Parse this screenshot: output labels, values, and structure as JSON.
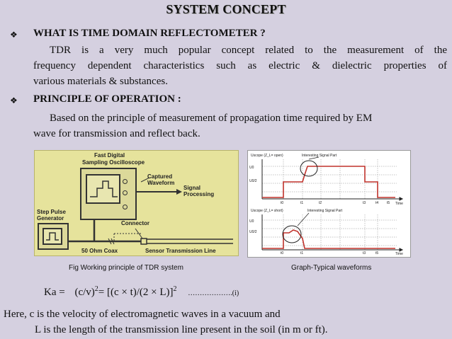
{
  "title": "SYSTEM CONCEPT",
  "sections": [
    {
      "bullet": "❖",
      "heading": "WHAT IS TIME DOMAIN REFLECTOMETER ?",
      "lines": [
        "TDR is a very much popular concept related to the measurement of the",
        "frequency dependent characteristics such as electric & dielectric properties of",
        "various materials & substances."
      ]
    },
    {
      "bullet": "❖",
      "heading": "PRINCIPLE OF OPERATION :",
      "lines": [
        "Based on the principle of measurement of propagation time required by EM",
        "wave for transmission and reflect back."
      ]
    }
  ],
  "diagram": {
    "scope_label_1": "Fast Digital",
    "scope_label_2": "Sampling Oscilloscope",
    "captured_1": "Captured",
    "captured_2": "Waveform",
    "signal_1": "Signal",
    "signal_2": "Processing",
    "step_1": "Step Pulse",
    "step_2": "Generator",
    "connector": "Connector",
    "coax": "50 Ohm Coax",
    "sensor_line": "Sensor Transmission Line"
  },
  "graphs": {
    "top_ylabel": "Uscope (Z_L= open)",
    "bottom_ylabel": "Uscope (Z_L= short)",
    "interest": "Interesting Signal Part",
    "time": "Time",
    "u0": "U0",
    "u0_half": "U0/2",
    "t0": "t0",
    "t1": "t1",
    "t2": "t2",
    "t3": "t3",
    "t4": "t4",
    "t5": "t5"
  },
  "captions": {
    "left": "Fig Working principle of TDR system",
    "right": "Graph-Typical waveforms"
  },
  "equation": {
    "lhs": "Ka =",
    "mid": "(c/v)",
    "sup1": "2",
    "eq": "= [(c × t)/(2 × L)]",
    "sup2": "2",
    "dots": "……………….(i)"
  },
  "footer": {
    "line1": "Here, c is the velocity of electromagnetic waves in a vacuum and",
    "line2": "L is the length of the transmission line present in the soil (in m or ft)."
  },
  "colors": {
    "background": "#d5d0e0",
    "diagram_bg": "#e6e39c",
    "waveform": "#c0322b",
    "grid": "#8a8a8a"
  }
}
